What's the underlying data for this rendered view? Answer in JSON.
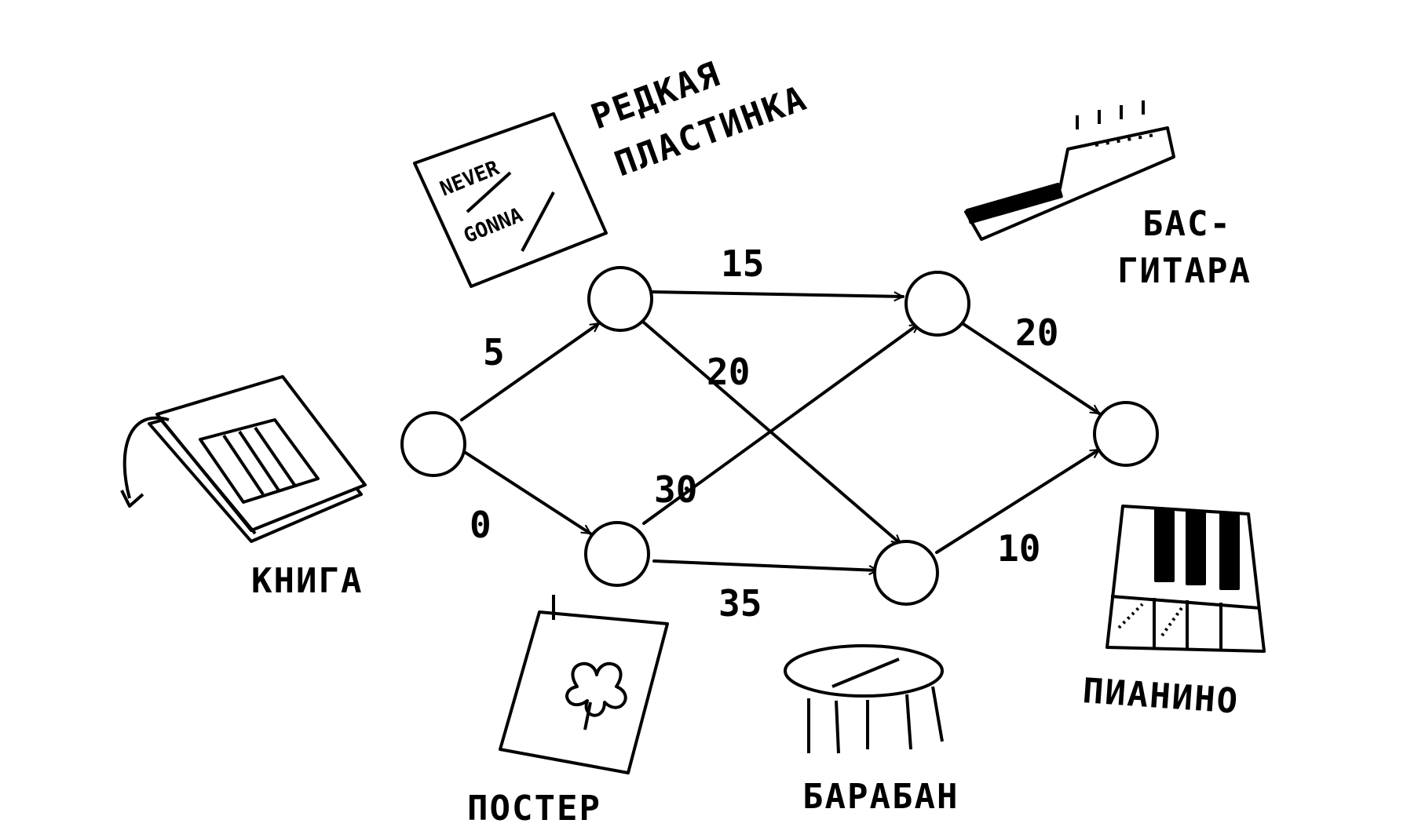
{
  "items": {
    "book": "КНИГА",
    "rare_record": [
      "РЕДКАЯ",
      "ПЛАСТИНКА"
    ],
    "record_cover": [
      "NEVER",
      "GONNA"
    ],
    "bass_guitar": [
      "БАС-",
      "ГИТАРА"
    ],
    "poster": "ПОСТЕР",
    "drum": "БАРАБАН",
    "piano": "ПИАНИНО"
  },
  "edges": {
    "book_to_record": "5",
    "book_to_poster": "0",
    "record_to_bass": "15",
    "record_to_drum": "20",
    "poster_to_bass": "30",
    "poster_to_drum": "35",
    "bass_to_piano": "20",
    "drum_to_piano": "10"
  }
}
